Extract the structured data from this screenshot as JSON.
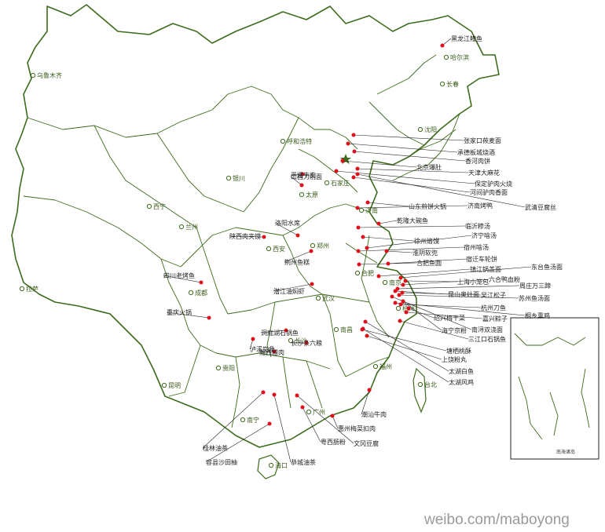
{
  "colors": {
    "border": "#3d6b1c",
    "dot": "#e0101a",
    "leader": "#222222",
    "text": "#222222"
  },
  "watermark": "weibo.com/maboyong",
  "inset_label": "南海诸岛",
  "capital_icon": "star-icon",
  "cities": [
    {
      "id": "urumqi",
      "label": "乌鲁木齐"
    },
    {
      "id": "harbin",
      "label": "哈尔滨"
    },
    {
      "id": "changchun",
      "label": "长春"
    },
    {
      "id": "shenyang",
      "label": "沈阳"
    },
    {
      "id": "hohhot",
      "label": "呼和浩特"
    },
    {
      "id": "yinchuan",
      "label": "银川"
    },
    {
      "id": "taiyuan",
      "label": "太原"
    },
    {
      "id": "shijiazhuang",
      "label": "石家庄"
    },
    {
      "id": "xining",
      "label": "西宁"
    },
    {
      "id": "lanzhou",
      "label": "兰州"
    },
    {
      "id": "jinan",
      "label": "济南"
    },
    {
      "id": "zhengzhou",
      "label": "郑州"
    },
    {
      "id": "xian",
      "label": "西安"
    },
    {
      "id": "lhasa",
      "label": "拉萨"
    },
    {
      "id": "chengdu",
      "label": "成都"
    },
    {
      "id": "wuhan",
      "label": "武汉"
    },
    {
      "id": "hefei",
      "label": "合肥"
    },
    {
      "id": "nanjing",
      "label": "南京"
    },
    {
      "id": "hangzhou",
      "label": "杭州"
    },
    {
      "id": "nanchang",
      "label": "南昌"
    },
    {
      "id": "changsha",
      "label": "长沙"
    },
    {
      "id": "guiyang",
      "label": "贵阳"
    },
    {
      "id": "kunming",
      "label": "昆明"
    },
    {
      "id": "nanning",
      "label": "南宁"
    },
    {
      "id": "guangzhou",
      "label": "广州"
    },
    {
      "id": "fuzhou",
      "label": "福州"
    },
    {
      "id": "taibei",
      "label": "台北"
    },
    {
      "id": "haikou",
      "label": "海口"
    }
  ],
  "dishes": [
    {
      "id": "heilongjiang-zhiyu",
      "label": "黑龙江鳇鱼"
    },
    {
      "id": "zhangjiakou-kaoyoumian",
      "label": "张家口莜麦面"
    },
    {
      "id": "chengde-bantan",
      "label": "承德板城烧酒"
    },
    {
      "id": "xianghe-roubing",
      "label": "香河肉饼"
    },
    {
      "id": "beijing-baodu",
      "label": "北京爆肚"
    },
    {
      "id": "tianjin-mahua",
      "label": "天津大麻花"
    },
    {
      "id": "baoding-lvrou",
      "label": "保定驴肉火烧"
    },
    {
      "id": "hejian",
      "label": "河间驴肉香面"
    },
    {
      "id": "wuqing",
      "label": "武清豆腐丝"
    },
    {
      "id": "pingyao-niurou",
      "label": "平遥牛肉"
    },
    {
      "id": "shanxi-daoxiao",
      "label": "山西刀削面"
    },
    {
      "id": "shandong-jianbing",
      "label": "山东煎饼火锅"
    },
    {
      "id": "jinan-kaoya",
      "label": "济南烤鸭"
    },
    {
      "id": "qianlong-wan",
      "label": "乾隆大碗鱼"
    },
    {
      "id": "linyi-sao",
      "label": "临沂糁汤"
    },
    {
      "id": "xuzhou-shaoji",
      "label": "徐州烙馍"
    },
    {
      "id": "jining-sao",
      "label": "济宁啥汤"
    },
    {
      "id": "suzhou-shatang",
      "label": "宿州啥汤"
    },
    {
      "id": "luoyang-shuixi",
      "label": "洛阳水席"
    },
    {
      "id": "shaanxi-roujiamo",
      "label": "陕西肉夹馍"
    },
    {
      "id": "jingzhou-yuwan",
      "label": "荆州鱼糕"
    },
    {
      "id": "huaibei-tangbao",
      "label": "淮阴软兜"
    },
    {
      "id": "subei-guotie",
      "label": "宿迁车轮饼"
    },
    {
      "id": "anhui-yujuan",
      "label": "合肥鱼圆"
    },
    {
      "id": "zhenjiang-guomian",
      "label": "镇江锅盖面"
    },
    {
      "id": "shanghai-xiaolongbao",
      "label": "上海小笼包"
    },
    {
      "id": "dongtai-yuchi",
      "label": "东台鱼汤面"
    },
    {
      "id": "liuhe-yuebing",
      "label": "六合鸭血粉"
    },
    {
      "id": "zhouzhuang",
      "label": "周庄万三蹄"
    },
    {
      "id": "kunshan-aozao",
      "label": "昆山奥灶面"
    },
    {
      "id": "suzhou-yutang",
      "label": "苏州鱼汤面"
    },
    {
      "id": "wujiang-sizi",
      "label": "吴江松子"
    },
    {
      "id": "hangzhou-daoyu",
      "label": "杭州刀鱼"
    },
    {
      "id": "tongxiang-xunji",
      "label": "桐乡熏鸡"
    },
    {
      "id": "shaoxing-meigan",
      "label": "绍兴梅干菜"
    },
    {
      "id": "jiaxing-zongzi",
      "label": "嘉兴粽子"
    },
    {
      "id": "haining-jingfu",
      "label": "海宁京粉"
    },
    {
      "id": "nanxun-shuangjiao",
      "label": "南浔双浇面"
    },
    {
      "id": "sanjiangkou",
      "label": "三江口石锅鱼"
    },
    {
      "id": "tangxi-tanggao",
      "label": "塘栖桃酥"
    },
    {
      "id": "shangrao-fenwan",
      "label": "上饶粉丸"
    },
    {
      "id": "taihu-baiyu",
      "label": "太湖白鱼"
    },
    {
      "id": "taihu-fengji",
      "label": "太湖风鸡"
    },
    {
      "id": "sichuan-kaoyu",
      "label": "四川老烤鱼"
    },
    {
      "id": "chongqing-huoguo",
      "label": "重庆火锅"
    },
    {
      "id": "qianjiang-youmen",
      "label": "潜江油焖虾"
    },
    {
      "id": "dongting-yuzhou",
      "label": "洞庭湖石锅鱼"
    },
    {
      "id": "luxi-gangjiao",
      "label": "泸溪岗角"
    },
    {
      "id": "xiangxi-larou",
      "label": "湘西腊肉"
    },
    {
      "id": "changsha-liujiao",
      "label": "长沙条六粮"
    },
    {
      "id": "guilin-youcha",
      "label": "桂林油茶"
    },
    {
      "id": "rongxian-shatian",
      "label": "容县沙田柚"
    },
    {
      "id": "gongcheng-youcha",
      "label": "恭城油茶"
    },
    {
      "id": "chaoshan-niurou",
      "label": "潮汕牛肉"
    },
    {
      "id": "huizhou-gancai",
      "label": "惠州梅菜扣肉"
    },
    {
      "id": "yuexi-changfen",
      "label": "粤西肠粉"
    },
    {
      "id": "wengang-doufu",
      "label": "文冈豆腐"
    }
  ]
}
